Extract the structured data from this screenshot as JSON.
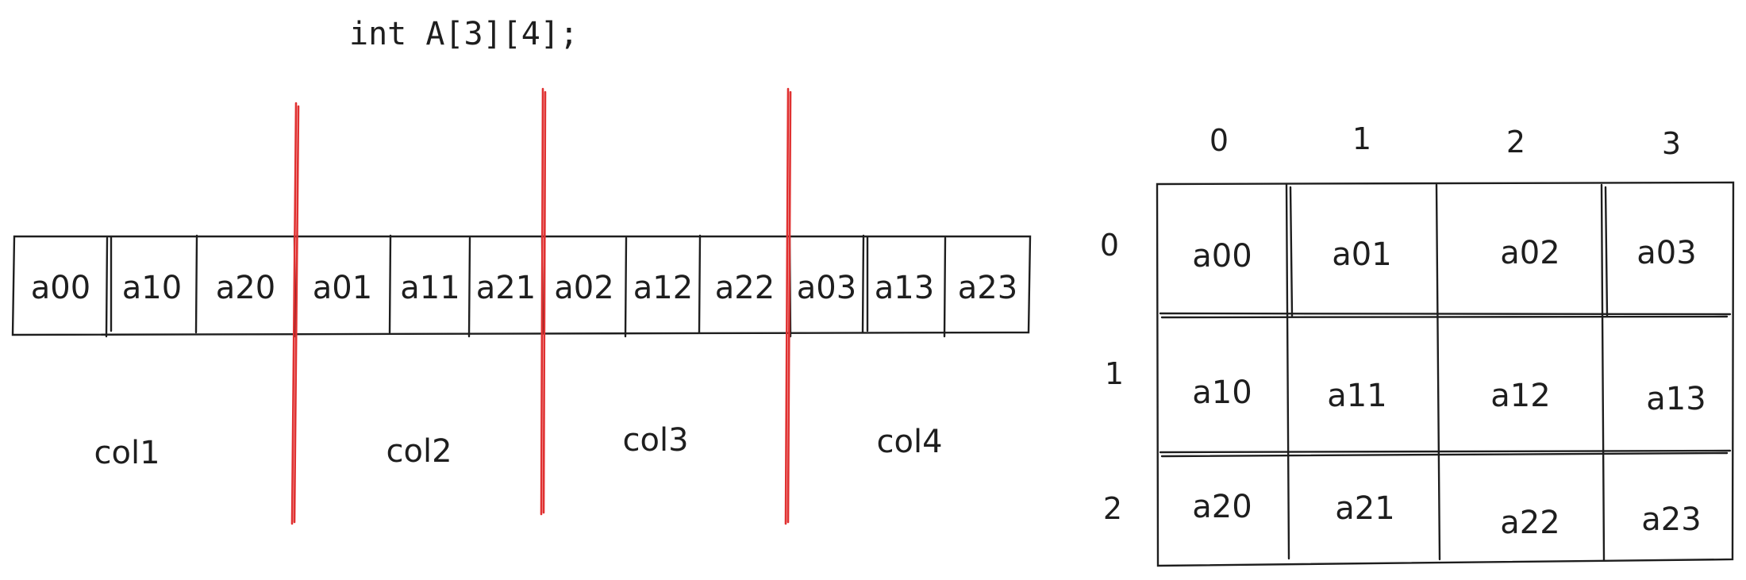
{
  "declaration": "int A[3][4];",
  "memory_cells": [
    "a00",
    "a10",
    "a20",
    "a01",
    "a11",
    "a21",
    "a02",
    "a12",
    "a22",
    "a03",
    "a13",
    "a23"
  ],
  "column_labels": [
    "col1",
    "col2",
    "col3",
    "col4"
  ],
  "matrix": {
    "col_headers": [
      "0",
      "1",
      "2",
      "3"
    ],
    "row_headers": [
      "0",
      "1",
      "2"
    ],
    "cells": [
      [
        "a00",
        "a01",
        "a02",
        "a03"
      ],
      [
        "a10",
        "a11",
        "a12",
        "a13"
      ],
      [
        "a20",
        "a21",
        "a22",
        "a23"
      ]
    ]
  },
  "colors": {
    "ink": "#1e1e1e",
    "divider": "#e03131"
  }
}
